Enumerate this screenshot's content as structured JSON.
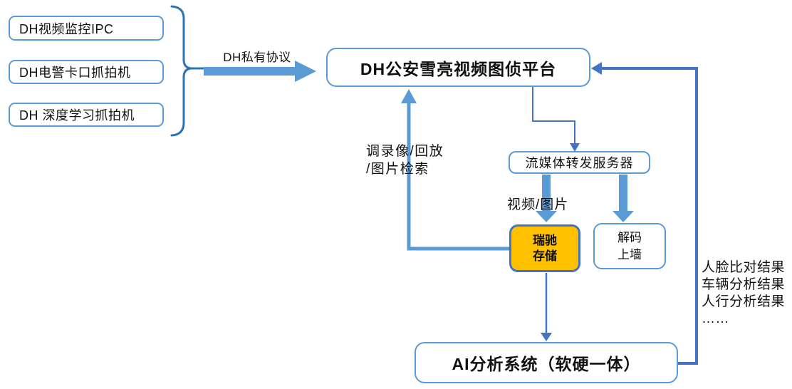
{
  "diagram": {
    "sources": [
      {
        "label": "DH视频监控IPC"
      },
      {
        "label": "DH电警卡口抓拍机"
      },
      {
        "label": "DH 深度学习抓拍机"
      }
    ],
    "protocol_arrow": {
      "label": "DH私有协议"
    },
    "platform": {
      "label": "DH公安雪亮视频图侦平台"
    },
    "streaming_server": {
      "label": "流媒体转发服务器"
    },
    "storage": {
      "label": "瑞驰\n存储"
    },
    "decoder": {
      "label": "解码\n上墙"
    },
    "ai_system": {
      "label": "AI分析系统（软硬一体）"
    },
    "flows": {
      "video_picture": "视频/图片",
      "retrieval": "调录像/回放\n/图片检索",
      "results": "人脸比对结果\n车辆分析结果\n人行分析结果\n……"
    },
    "colors": {
      "box_border": "#5B9BD5",
      "thick_arrow": "#5B9BD5",
      "thin_connector": "#4472C4",
      "feedback_line": "#4472C4",
      "bracket": "#2E75B6",
      "storage_fill": "#FFC000",
      "storage_border": "#4472C4",
      "text": "#111111",
      "background": "#FFFFFF"
    }
  }
}
